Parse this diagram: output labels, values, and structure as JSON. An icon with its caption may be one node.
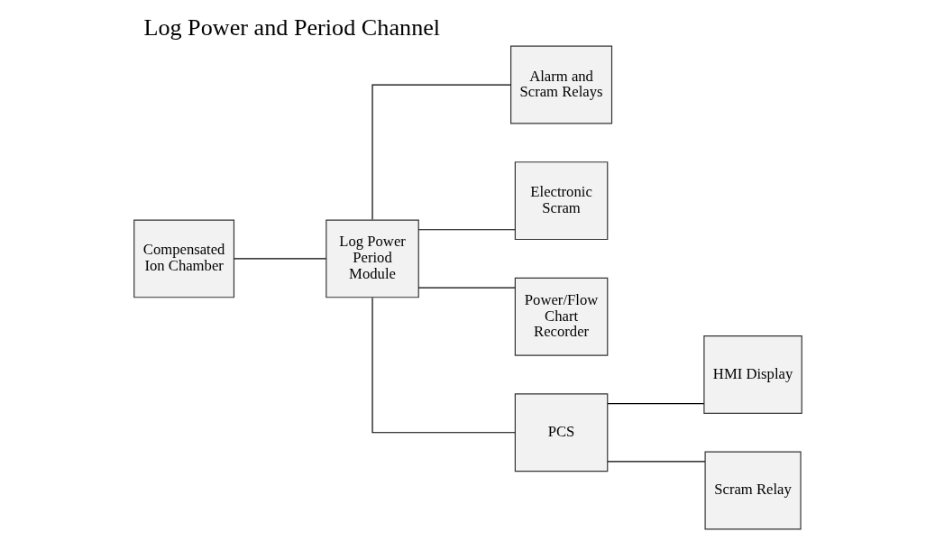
{
  "diagram": {
    "title": "Log Power and Period Channel",
    "nodes": [
      {
        "text": [
          "Compensated Ion Chamber"
        ]
      },
      {
        "text": [
          "Log Power Period Module"
        ]
      },
      {
        "text": [
          "Alarm and Scram Relays"
        ]
      },
      {
        "text": [
          "Electronic Scram"
        ]
      },
      {
        "text": [
          "Power/Flow Chart Recorder"
        ]
      },
      {
        "text": [
          "PCS"
        ]
      },
      {
        "text": [
          "HMI Display"
        ]
      },
      {
        "text": [
          "Scram Relay"
        ]
      }
    ],
    "edges": [
      {
        "from": 0,
        "to": 1,
        "arrow": "none"
      },
      {
        "from": 1,
        "to": 2,
        "arrow": "none"
      },
      {
        "from": 1,
        "to": 3,
        "arrow": "none"
      },
      {
        "from": 1,
        "to": 4,
        "arrow": "none"
      },
      {
        "from": 1,
        "to": 5,
        "arrow": "none"
      },
      {
        "from": 5,
        "to": 6,
        "arrow": "none"
      },
      {
        "from": 5,
        "to": 7,
        "arrow": "none"
      }
    ]
  }
}
